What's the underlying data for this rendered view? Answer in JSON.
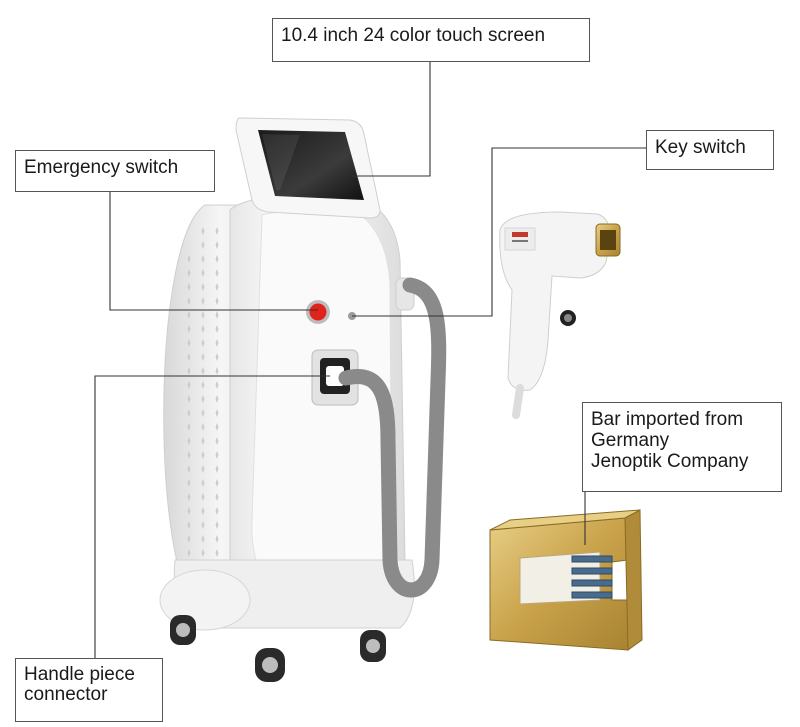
{
  "callouts": {
    "screen": "10.4 inch 24 color touch screen",
    "emergency": "Emergency switch",
    "key": "Key switch",
    "bar": {
      "line1": "Bar imported from",
      "line2": "Germany",
      "line3": "Jenoptik Company"
    },
    "handle": {
      "line1": "Handle piece",
      "line2": "connector"
    }
  },
  "colors": {
    "machine_body": "#f4f4f4",
    "cable": "#8a8a8a",
    "emergency_button": "#e0231c",
    "gold": "#c9a24a",
    "callout_border": "#555555"
  }
}
